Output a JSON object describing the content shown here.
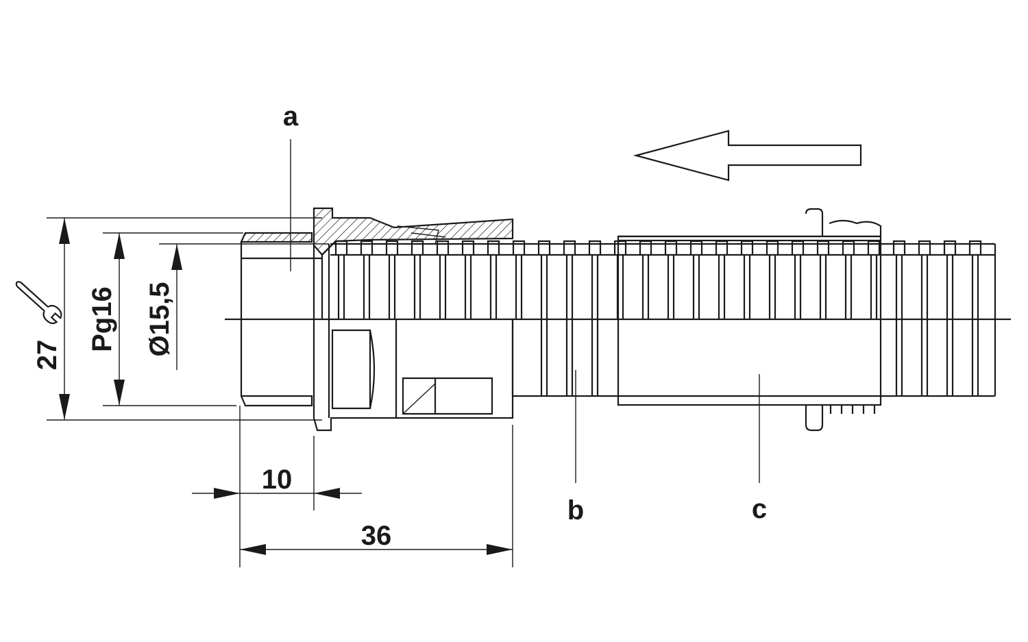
{
  "callouts": {
    "a": "a",
    "b": "b",
    "c": "c"
  },
  "dimensions": {
    "wrench_size": "27",
    "thread": "Pg16",
    "inner_diameter": "Ø15,5",
    "thread_length": "10",
    "total_length": "36"
  },
  "icons": {
    "wrench": "wrench-icon",
    "direction": "arrow-left-icon"
  },
  "colors": {
    "line": "#1a1a1a",
    "background": "#ffffff"
  }
}
